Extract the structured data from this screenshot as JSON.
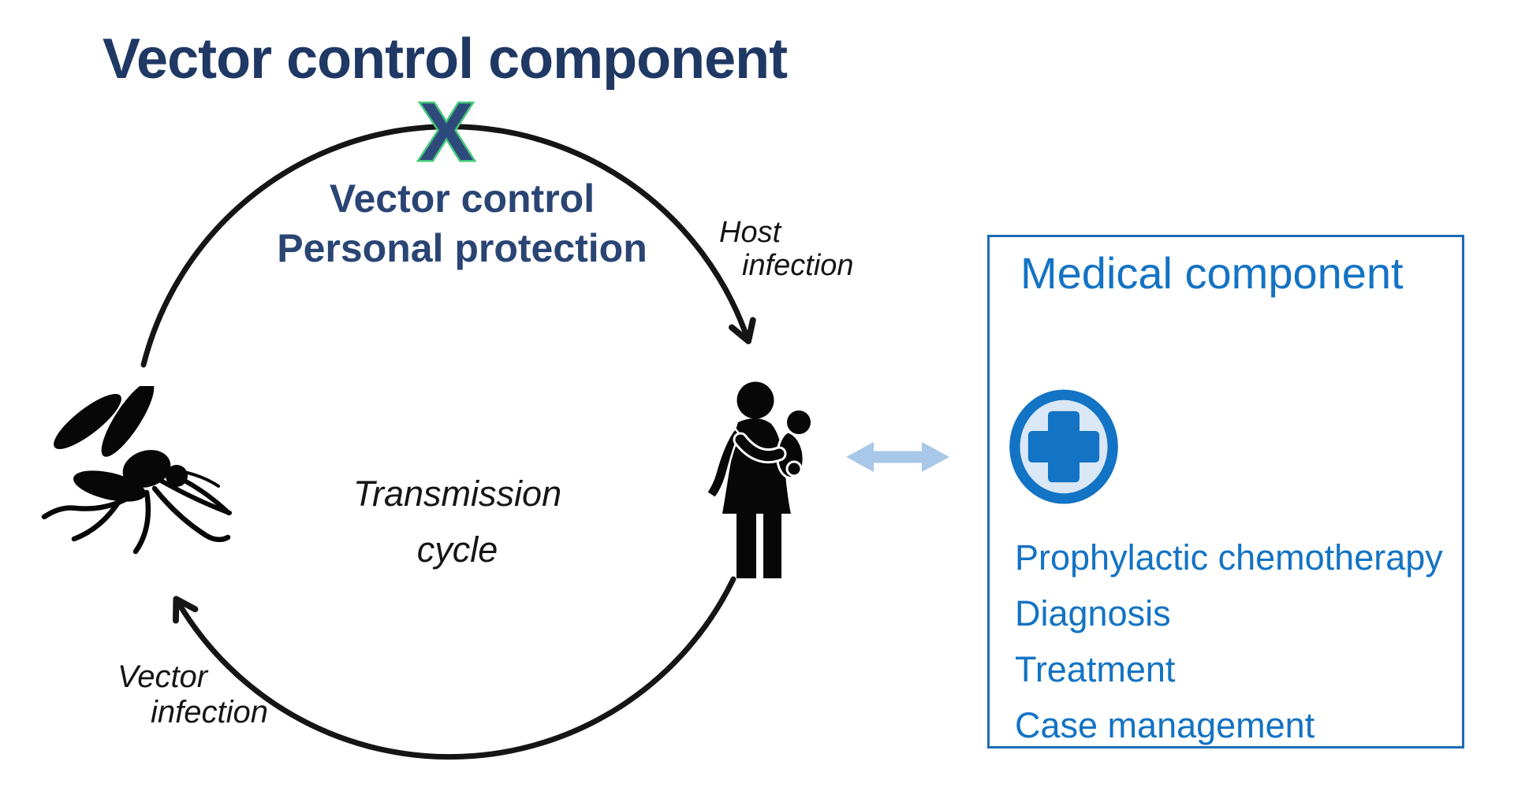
{
  "header": {
    "title": "Vector control component"
  },
  "vector_control": {
    "x_mark": "X",
    "label_line1": "Vector control",
    "label_line2": "Personal protection"
  },
  "cycle": {
    "center_line1": "Transmission",
    "center_line2": "cycle",
    "host_line1": "Host",
    "host_line2": "infection",
    "vector_line1": "Vector",
    "vector_line2": "infection"
  },
  "medical": {
    "title": "Medical component",
    "items": [
      "Prophylactic chemotherapy",
      "Diagnosis",
      "Treatment",
      "Case management"
    ]
  },
  "colors": {
    "title_navy": "#1f3864",
    "label_navy": "#2a4573",
    "x_fill": "#2e4a7c",
    "x_outline": "#45c878",
    "cycle_black": "#151515",
    "medical_blue": "#1373c4",
    "box_border_blue": "#1a6cb5",
    "icon_inner_light_blue": "#d9e7f6",
    "link_arrow_light_blue": "#a8c7e9"
  }
}
